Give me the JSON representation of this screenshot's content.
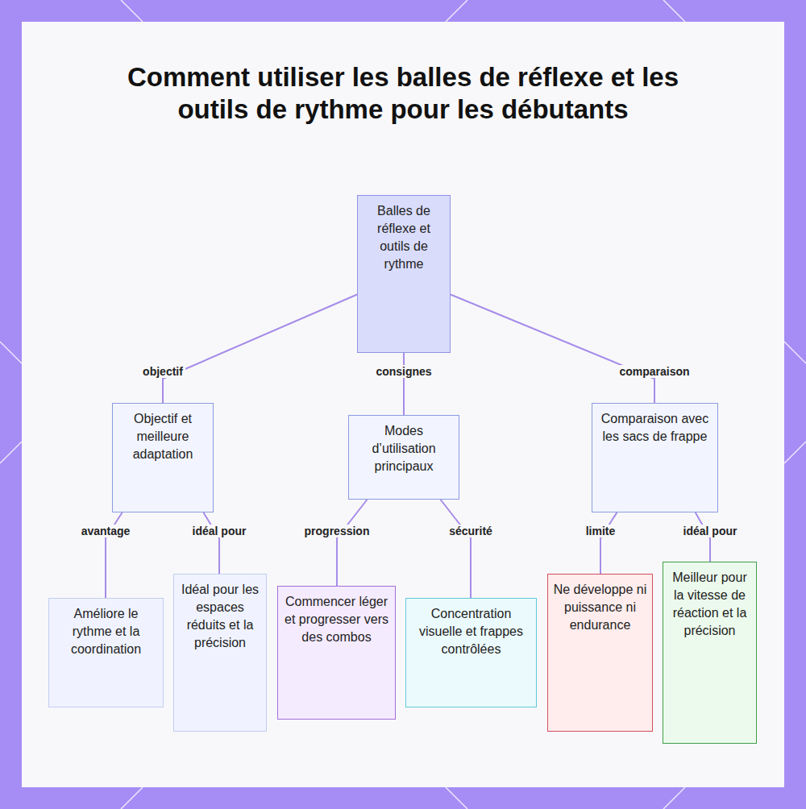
{
  "diagram": {
    "title": "Comment utiliser les balles de réflexe et les outils de rythme pour les débutants",
    "nodes": [
      {
        "text": [
          "Balles de réflexe et outils de rythme"
        ]
      },
      {
        "text": [
          "Objectif et meilleure adaptation"
        ]
      },
      {
        "text": [
          "Modes d’utilisation principaux"
        ]
      },
      {
        "text": [
          "Comparaison avec les sacs de frappe"
        ]
      },
      {
        "text": [
          "Améliore le rythme et la coordination"
        ]
      },
      {
        "text": [
          "Idéal pour les espaces réduits et la précision"
        ]
      },
      {
        "text": [
          "Commencer léger et progresser vers des combos"
        ]
      },
      {
        "text": [
          "Concentration visuelle et frappes contrôlées"
        ]
      },
      {
        "text": [
          "Ne développe ni puissance ni endurance"
        ]
      },
      {
        "text": [
          "Meilleur pour la vitesse de réaction et la précision"
        ]
      }
    ],
    "edges": [
      {
        "from": 0,
        "to": 1,
        "label": "objectif",
        "arrow": "none"
      },
      {
        "from": 0,
        "to": 2,
        "label": "consignes",
        "arrow": "none"
      },
      {
        "from": 0,
        "to": 3,
        "label": "comparaison",
        "arrow": "none"
      },
      {
        "from": 1,
        "to": 4,
        "label": "avantage",
        "arrow": "none"
      },
      {
        "from": 1,
        "to": 5,
        "label": "idéal pour",
        "arrow": "none"
      },
      {
        "from": 2,
        "to": 6,
        "label": "progression",
        "arrow": "none"
      },
      {
        "from": 2,
        "to": 7,
        "label": "sécurité",
        "arrow": "none"
      },
      {
        "from": 3,
        "to": 8,
        "label": "limite",
        "arrow": "none"
      },
      {
        "from": 3,
        "to": 9,
        "label": "idéal pour",
        "arrow": "none"
      }
    ]
  }
}
